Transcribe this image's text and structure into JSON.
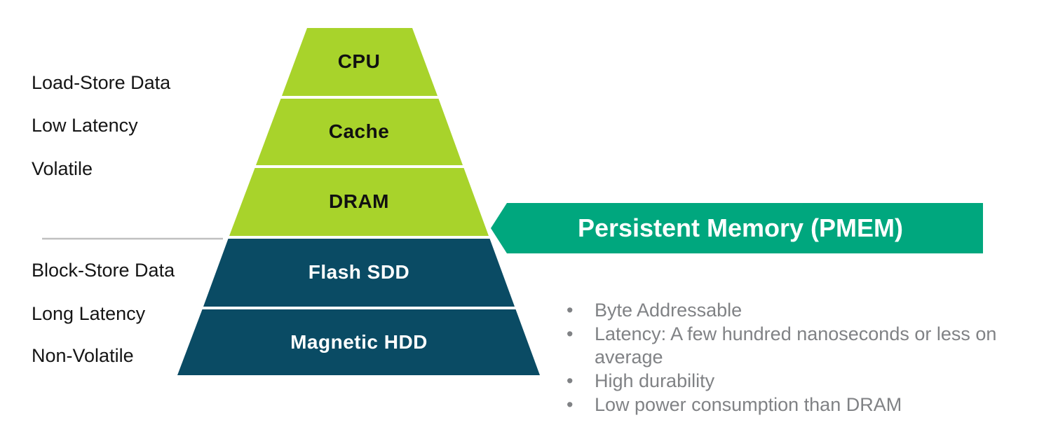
{
  "diagram": {
    "banner": {
      "label": "Persistent Memory (PMEM)",
      "color": "#00A77E"
    },
    "pyramid": {
      "volatile_color": "#A8D32B",
      "nonvolatile_color": "#0A4B64",
      "levels": [
        {
          "label": "CPU",
          "group": "volatile"
        },
        {
          "label": "Cache",
          "group": "volatile"
        },
        {
          "label": "DRAM",
          "group": "volatile"
        },
        {
          "label": "Flash SDD",
          "group": "non-volatile"
        },
        {
          "label": "Magnetic HDD",
          "group": "non-volatile"
        }
      ]
    },
    "left_annotations": [
      {
        "label": "Load-Store Data",
        "group": "volatile"
      },
      {
        "label": "Low Latency",
        "group": "volatile"
      },
      {
        "label": "Volatile",
        "group": "volatile"
      },
      {
        "label": "Block-Store Data",
        "group": "non-volatile"
      },
      {
        "label": "Long Latency",
        "group": "non-volatile"
      },
      {
        "label": "Non-Volatile",
        "group": "non-volatile"
      }
    ],
    "divider_color": "#C0C0C0",
    "pmem_bullets": [
      {
        "text": "Byte Addressable"
      },
      {
        "text": "Latency: A few hundred nanoseconds or less on average"
      },
      {
        "text": "High durability"
      },
      {
        "text": "Low power consumption than DRAM"
      }
    ]
  }
}
